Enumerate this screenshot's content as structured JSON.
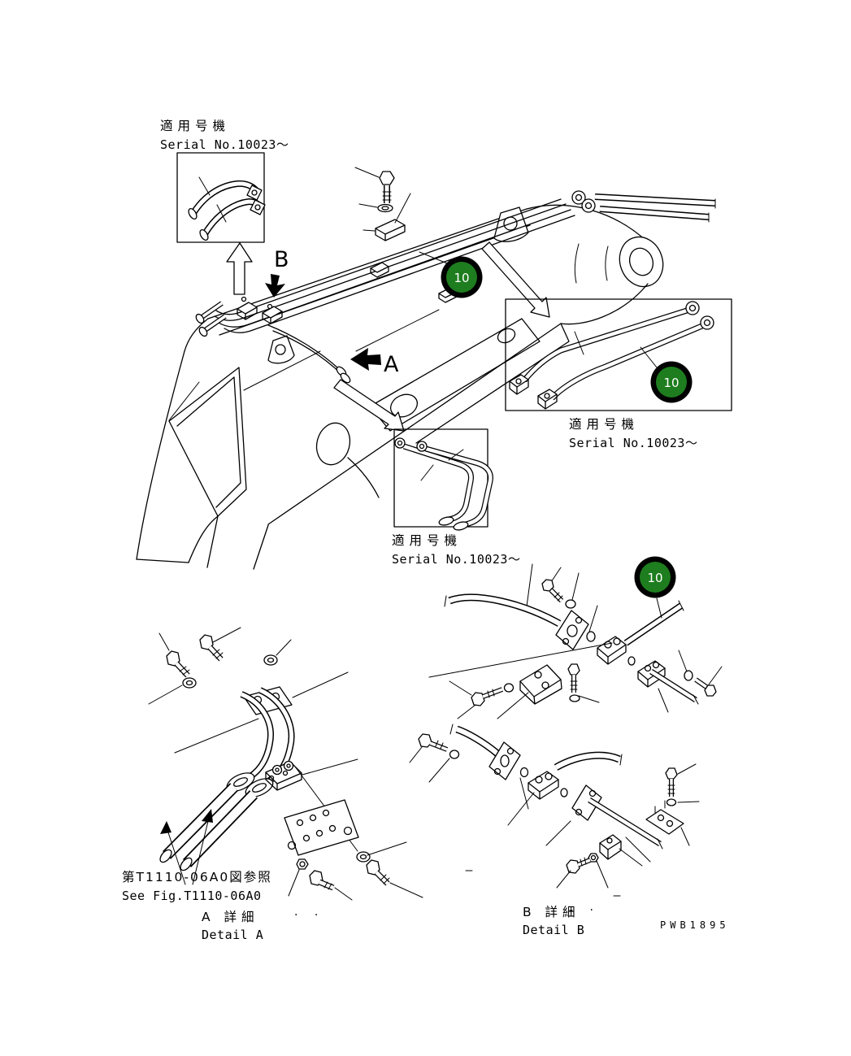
{
  "colors": {
    "line": "#000000",
    "callout_fill": "#1e7d1e",
    "callout_ring": "#000000",
    "callout_text": "#ffffff",
    "background": "#ffffff"
  },
  "annotations": {
    "serial_top_left": {
      "jp": "適用号機",
      "en": "Serial No.10023～"
    },
    "serial_right": {
      "jp": "適用号機",
      "en": "Serial No.10023～"
    },
    "serial_middle": {
      "jp": "適用号機",
      "en": "Serial No.10023～"
    },
    "see_fig": {
      "jp": "第T1110-06A0図参照",
      "en": "See Fig.T1110-06A0"
    },
    "detail_a": {
      "jp": "A 詳細",
      "en": "Detail A",
      "marks": "· ·"
    },
    "detail_b": {
      "jp": "B 詳細",
      "en": "Detail B",
      "marks": "- ·"
    },
    "view_labels": {
      "a": "A",
      "b": "B"
    },
    "drawing_number": "PWB1895"
  },
  "callouts": [
    {
      "id": "callout-10-boom",
      "number": "10"
    },
    {
      "id": "callout-10-right-inset",
      "number": "10"
    },
    {
      "id": "callout-10-detail-b",
      "number": "10"
    }
  ]
}
